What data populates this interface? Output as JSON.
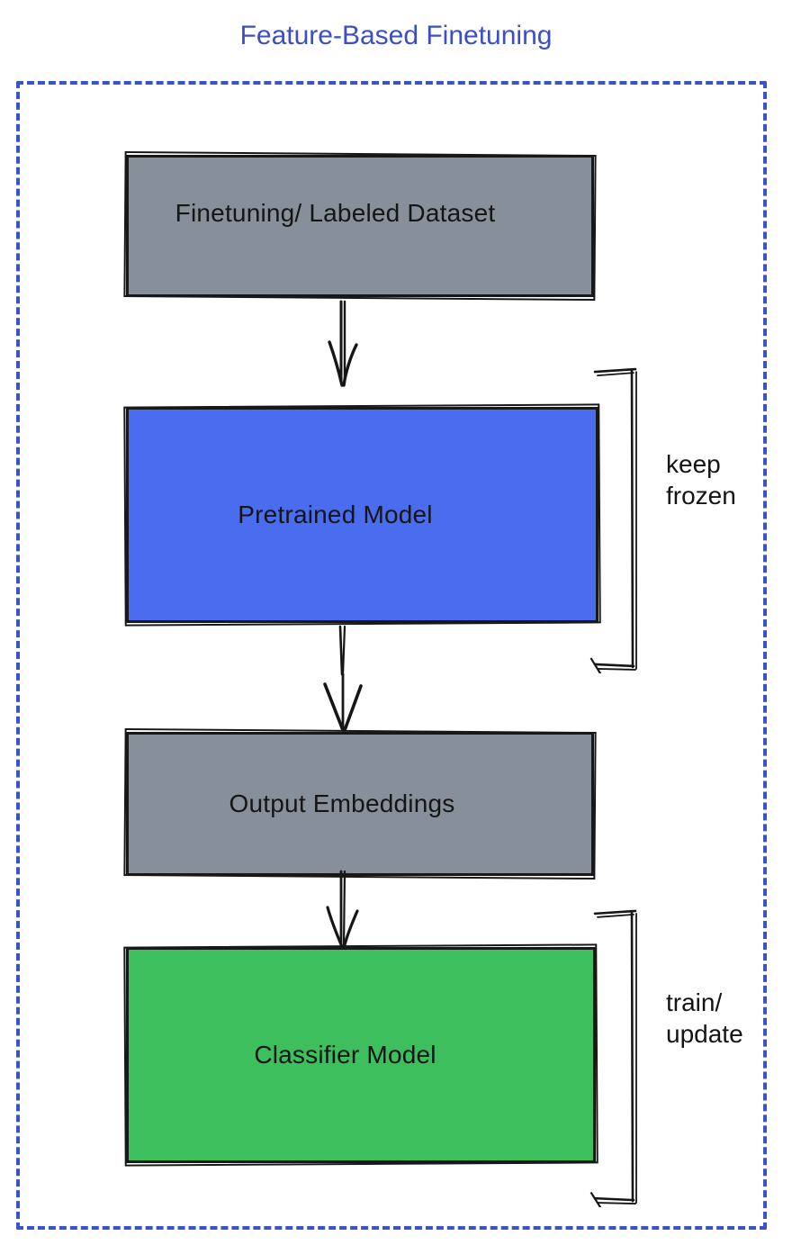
{
  "title": "Feature-Based Finetuning",
  "colors": {
    "title": "#3B4EC8",
    "frame": "#3A53C8",
    "gray": "#878F9B",
    "blue": "#4A6CEF",
    "green": "#3DBF5E",
    "ink": "#161616"
  },
  "boxes": {
    "dataset": {
      "label": "Finetuning/ Labeled Dataset"
    },
    "pretrained": {
      "label": "Pretrained Model"
    },
    "embeddings": {
      "label": "Output Embeddings"
    },
    "classifier": {
      "label": "Classifier Model"
    }
  },
  "annotations": {
    "keep_frozen": {
      "line1": "keep",
      "line2": "frozen"
    },
    "train_update": {
      "line1": "train/",
      "line2": "update"
    }
  }
}
